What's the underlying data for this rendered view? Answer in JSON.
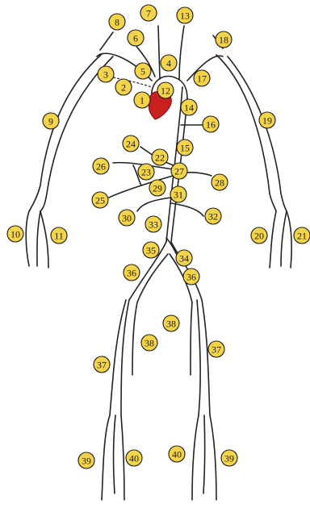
{
  "colors": {
    "badge_fill": "#f5d44a",
    "heart": "#c91f1f",
    "vessel": "#222222",
    "background": "#ffffff"
  },
  "heart": {
    "icon": "heart-icon"
  },
  "labels": [
    {
      "id": "l1",
      "text": "1"
    },
    {
      "id": "l2",
      "text": "2"
    },
    {
      "id": "l3",
      "text": "3"
    },
    {
      "id": "l4",
      "text": "4"
    },
    {
      "id": "l5",
      "text": "5"
    },
    {
      "id": "l6",
      "text": "6"
    },
    {
      "id": "l7",
      "text": "7"
    },
    {
      "id": "l8",
      "text": "8"
    },
    {
      "id": "l9",
      "text": "9"
    },
    {
      "id": "l10",
      "text": "10"
    },
    {
      "id": "l11",
      "text": "11"
    },
    {
      "id": "l12",
      "text": "12"
    },
    {
      "id": "l13",
      "text": "13"
    },
    {
      "id": "l14",
      "text": "14"
    },
    {
      "id": "l15",
      "text": "15"
    },
    {
      "id": "l16",
      "text": "16"
    },
    {
      "id": "l17",
      "text": "17"
    },
    {
      "id": "l18",
      "text": "18"
    },
    {
      "id": "l19",
      "text": "19"
    },
    {
      "id": "l20",
      "text": "20"
    },
    {
      "id": "l21",
      "text": "21"
    },
    {
      "id": "l22",
      "text": "22"
    },
    {
      "id": "l23",
      "text": "23"
    },
    {
      "id": "l24",
      "text": "24"
    },
    {
      "id": "l25",
      "text": "25"
    },
    {
      "id": "l26",
      "text": "26"
    },
    {
      "id": "l27",
      "text": "27"
    },
    {
      "id": "l28",
      "text": "28"
    },
    {
      "id": "l29",
      "text": "29"
    },
    {
      "id": "l30",
      "text": "30"
    },
    {
      "id": "l31",
      "text": "31"
    },
    {
      "id": "l32",
      "text": "32"
    },
    {
      "id": "l33",
      "text": "33"
    },
    {
      "id": "l34",
      "text": "34"
    },
    {
      "id": "l35",
      "text": "35"
    },
    {
      "id": "l36a",
      "text": "36"
    },
    {
      "id": "l36b",
      "text": "36"
    },
    {
      "id": "l37a",
      "text": "37"
    },
    {
      "id": "l37b",
      "text": "37"
    },
    {
      "id": "l38a",
      "text": "38"
    },
    {
      "id": "l38b",
      "text": "38"
    },
    {
      "id": "l39a",
      "text": "39"
    },
    {
      "id": "l39b",
      "text": "39"
    },
    {
      "id": "l40a",
      "text": "40"
    },
    {
      "id": "l40b",
      "text": "40"
    }
  ]
}
